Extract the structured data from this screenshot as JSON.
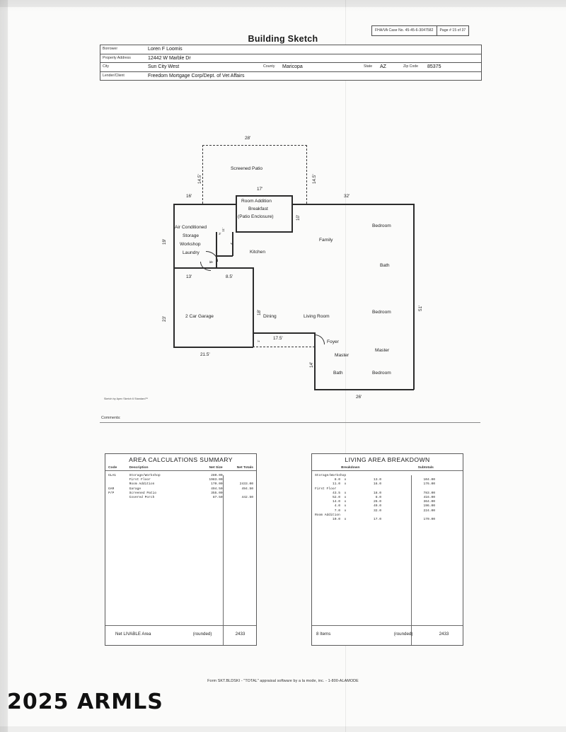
{
  "document": {
    "title": "Building Sketch",
    "case_number": "FHA/VA Case No. 45-45-6-3047582",
    "page_label": "Page # 15 of 37",
    "sketch_credit": "Sketch by Apex Sketch 6 Standard™",
    "comments_label": "Comments:",
    "form_footer": "Form SKT.BLDSKI - \"TOTAL\" appraisal software by a la mode, inc. - 1-800-ALAMODE",
    "watermark": "2025 ARMLS"
  },
  "info": {
    "borrower_label": "Borrower",
    "borrower": "Loren F Loomis",
    "property_address_label": "Property Address",
    "property_address": "12442 W Marble Dr",
    "city_label": "City",
    "city": "Sun City West",
    "county_label": "County",
    "county": "Maricopa",
    "state_label": "State",
    "state": "AZ",
    "zip_label": "Zip Code",
    "zip": "85375",
    "lender_label": "Lender/Client",
    "lender": "Freedom Mortgage Corp/Dept. of Vet Affairs"
  },
  "sketch": {
    "rooms": [
      {
        "name": "Screened Patio"
      },
      {
        "name": "Room Addition"
      },
      {
        "name": "Breakfast"
      },
      {
        "name": "(Patio Enclosure)"
      },
      {
        "name": "Air Conditioned"
      },
      {
        "name": "Storage"
      },
      {
        "name": "Workshop"
      },
      {
        "name": "Laundry"
      },
      {
        "name": "Kitchen"
      },
      {
        "name": "Family"
      },
      {
        "name": "Bedroom"
      },
      {
        "name": "Bath"
      },
      {
        "name": "2 Car Garage"
      },
      {
        "name": "Dining"
      },
      {
        "name": "Living Room"
      },
      {
        "name": "Bedroom"
      },
      {
        "name": "Foyer"
      },
      {
        "name": "Master"
      },
      {
        "name": "Master"
      },
      {
        "name": "Bath"
      },
      {
        "name": "Bedroom"
      }
    ],
    "dimensions": {
      "patio_top": "28'",
      "patio_left": "14.5'",
      "patio_right": "14.5'",
      "addition_top": "17'",
      "addition_right": "10'",
      "house_top_right": "32'",
      "left_upper": "16'",
      "left_19": "19'",
      "left_23": "23'",
      "inner_11": "11'",
      "inner_3": "3'",
      "inner_4": "4'",
      "inner_1a": "1'",
      "inner_8": "8'",
      "garage_13": "13'",
      "garage_85": "8.5'",
      "garage_18": "18'",
      "garage_bottom": "21.5'",
      "porch_175": "17.5'",
      "porch_1": "1'",
      "porch_14": "14'",
      "right_51": "51'",
      "bottom_26": "26'"
    }
  },
  "area_calculations": {
    "title": "AREA CALCULATIONS SUMMARY",
    "headers": [
      "Code",
      "Description",
      "Net Size",
      "Net Totals"
    ],
    "rows": [
      {
        "code": "GLA1",
        "description": "Storage/Workshop",
        "net_size": "280.00",
        "net_total": ""
      },
      {
        "code": "",
        "description": "First Floor",
        "net_size": "1983.00",
        "net_total": ""
      },
      {
        "code": "",
        "description": "Room Addition",
        "net_size": "170.00",
        "net_total": "2433.00"
      },
      {
        "code": "GAR",
        "description": "Garage",
        "net_size": "494.50",
        "net_total": "494.50"
      },
      {
        "code": "P/P",
        "description": "Screened Patio",
        "net_size": "355.00",
        "net_total": ""
      },
      {
        "code": "",
        "description": "Covered Porch",
        "net_size": "87.50",
        "net_total": "442.50"
      }
    ],
    "footer_label": "Net LIVABLE Area",
    "footer_rounded": "(rounded)",
    "footer_value": "2433"
  },
  "living_area_breakdown": {
    "title": "LIVING AREA BREAKDOWN",
    "headers": [
      "Breakdown",
      "Subtotals"
    ],
    "groups": [
      {
        "name": "Storage/Workshop",
        "items": [
          {
            "a": "8.0",
            "x": "x",
            "b": "13.0",
            "subtotal": "104.00"
          },
          {
            "a": "11.0",
            "x": "x",
            "b": "16.0",
            "subtotal": "176.00"
          }
        ]
      },
      {
        "name": "First Floor",
        "items": [
          {
            "a": "43.5",
            "x": "x",
            "b": "18.0",
            "subtotal": "783.00"
          },
          {
            "a": "52.0",
            "x": "x",
            "b": "8.0",
            "subtotal": "416.00"
          },
          {
            "a": "14.0",
            "x": "x",
            "b": "26.0",
            "subtotal": "364.00"
          },
          {
            "a": "4.0",
            "x": "x",
            "b": "49.0",
            "subtotal": "196.00"
          },
          {
            "a": "7.0",
            "x": "x",
            "b": "32.0",
            "subtotal": "224.00"
          }
        ]
      },
      {
        "name": "Room Addition",
        "items": [
          {
            "a": "10.0",
            "x": "x",
            "b": "17.0",
            "subtotal": "170.00"
          }
        ]
      }
    ],
    "footer_label": "8 Items",
    "footer_rounded": "(rounded)",
    "footer_value": "2433"
  }
}
